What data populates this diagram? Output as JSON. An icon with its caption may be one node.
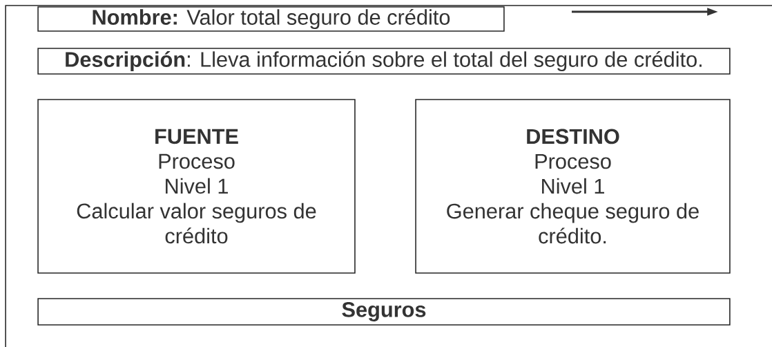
{
  "diagram": {
    "nodes": [
      {
        "text": [],
        "shape": "box"
      },
      {
        "text": [
          "**Nombre:** Valor total seguro de crédito"
        ],
        "in": 0
      },
      {
        "text": [
          "**Descripción**: Lleva información sobre el total del seguro de crédito."
        ],
        "in": 0
      },
      {
        "text": [
          "FUENTE",
          "Proceso",
          "Nivel 1",
          "Calcular valor seguros de crédito"
        ],
        "in": 0
      },
      {
        "text": [
          "DESTINO",
          "Proceso",
          "Nivel 1",
          "Generar cheque seguro de crédito."
        ],
        "in": 0
      },
      {
        "text": [
          "Seguros"
        ],
        "in": 0
      }
    ]
  }
}
